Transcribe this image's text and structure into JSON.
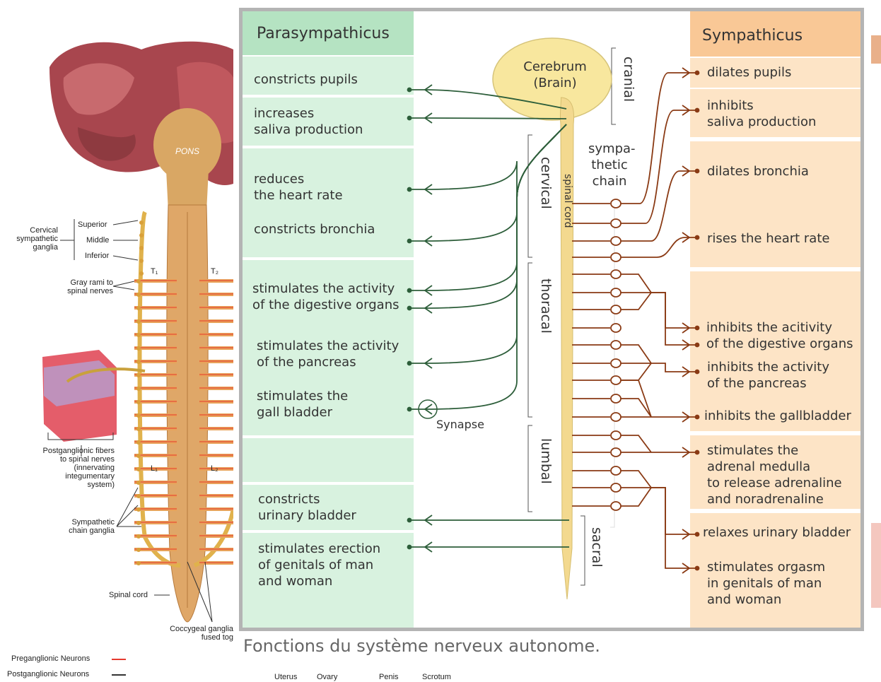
{
  "left_figure": {
    "pons": "PONS",
    "cervical_ganglia": "Cervical\nsympathetic\nganglia",
    "superior": "Superior",
    "middle": "Middle",
    "inferior": "Inferior",
    "gray_rami": "Gray rami to\nspinal nerves",
    "t1": "T₁",
    "t2": "T₂",
    "l1": "L₁",
    "l2": "L₂",
    "postganglionic": "Postganglionic fibers\nto spinal nerves\n(innervating\nintegumentary\nsystem)",
    "chain_ganglia": "Sympathetic\nchain ganglia",
    "spinal_cord": "Spinal cord",
    "coccygeal": "Coccygeal ganglia\nfused tog",
    "legend_pre": "Preganglionic Neurons",
    "legend_post": "Postganglionic Neurons",
    "colors": {
      "pre": "#e53a2f",
      "post": "#333333"
    }
  },
  "diagram": {
    "parasympathicus": {
      "title": "Parasympathicus",
      "items": [
        "constricts pupils",
        "increases\nsaliva production",
        "reduces\nthe heart rate",
        "constricts bronchia",
        "stimulates the activity\nof the digestive organs",
        "stimulates the activity\nof the pancreas",
        "stimulates the\ngall bladder",
        "constricts\nurinary bladder",
        "stimulates erection\nof genitals of man\nand woman"
      ]
    },
    "sympathicus": {
      "title": "Sympathicus",
      "items": [
        "dilates pupils",
        "inhibits\nsaliva production",
        "dilates bronchia",
        "rises the heart rate",
        "inhibits the acitivity\nof the digestive organs",
        "inhibits the activity\nof the pancreas",
        "inhibits the gallbladder",
        "stimulates the\nadrenal medulla\nto release adrenaline\nand noradrenaline",
        "relaxes urinary bladder",
        "stimulates orgasm\nin genitals of man\nand woman"
      ]
    },
    "center": {
      "cerebrum": "Cerebrum\n(Brain)",
      "spinal_cord": "spinal cord",
      "sympathetic_chain": "sympa-\nthetic\nchain",
      "synapse": "Synapse",
      "regions": {
        "cranial": "cranial",
        "cervical": "cervical",
        "thoracal": "thoracal",
        "lumbal": "lumbal",
        "sacral": "sacral"
      }
    },
    "colors": {
      "para_bg": "#d8f2df",
      "para_head": "#b5e3c2",
      "para_line": "#2d5e3a",
      "symp_bg": "#fde4c6",
      "symp_head": "#f9c896",
      "symp_line": "#8a3a14",
      "brain": "#f8e79e",
      "cord": "#f3d98f"
    }
  },
  "caption": "Fonctions du système nerveux autonome.",
  "bottom_labels": [
    "Uterus",
    "Ovary",
    "Penis",
    "Scrotum"
  ]
}
